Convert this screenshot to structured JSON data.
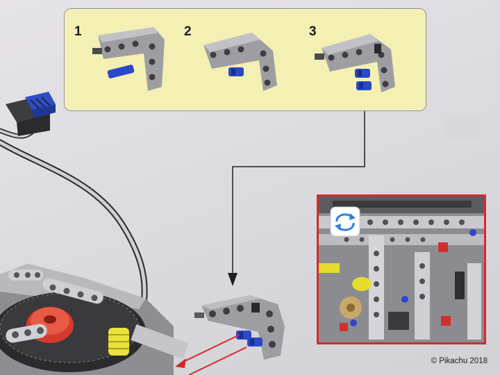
{
  "steps": [
    {
      "number": "1"
    },
    {
      "number": "2"
    },
    {
      "number": "3"
    }
  ],
  "copyright": "© Pikachu 2018",
  "colors": {
    "callout_bg": "#f4f0b4",
    "inset_border": "#d62a2a",
    "beam_gray": "#9e9ea2",
    "pin_blue": "#2a48c8",
    "arrow_red": "#d22a2a",
    "rotate_icon_blue": "#2f7fdc"
  },
  "icons": [
    "rotate-model-icon"
  ]
}
